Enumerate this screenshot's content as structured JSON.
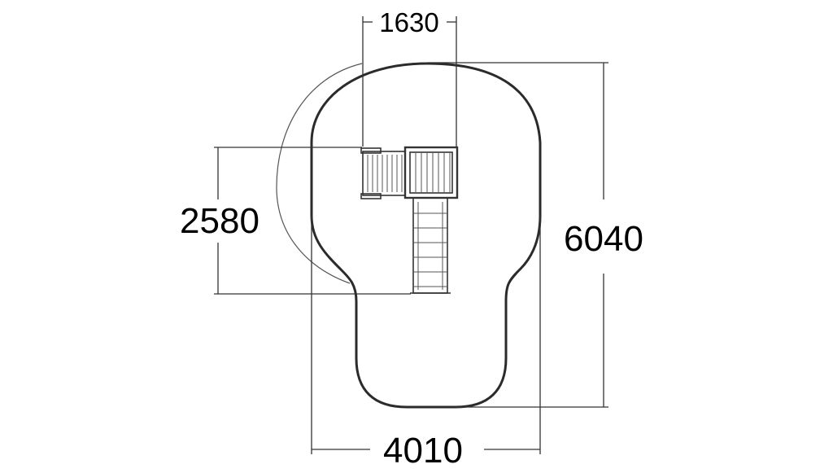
{
  "dimensions": {
    "top_width": "1630",
    "left_height": "2580",
    "total_height": "6040",
    "total_width": "4010"
  },
  "colors": {
    "outline": "#2b2b2b",
    "dimension_line": "#333333",
    "background": "#ffffff"
  }
}
